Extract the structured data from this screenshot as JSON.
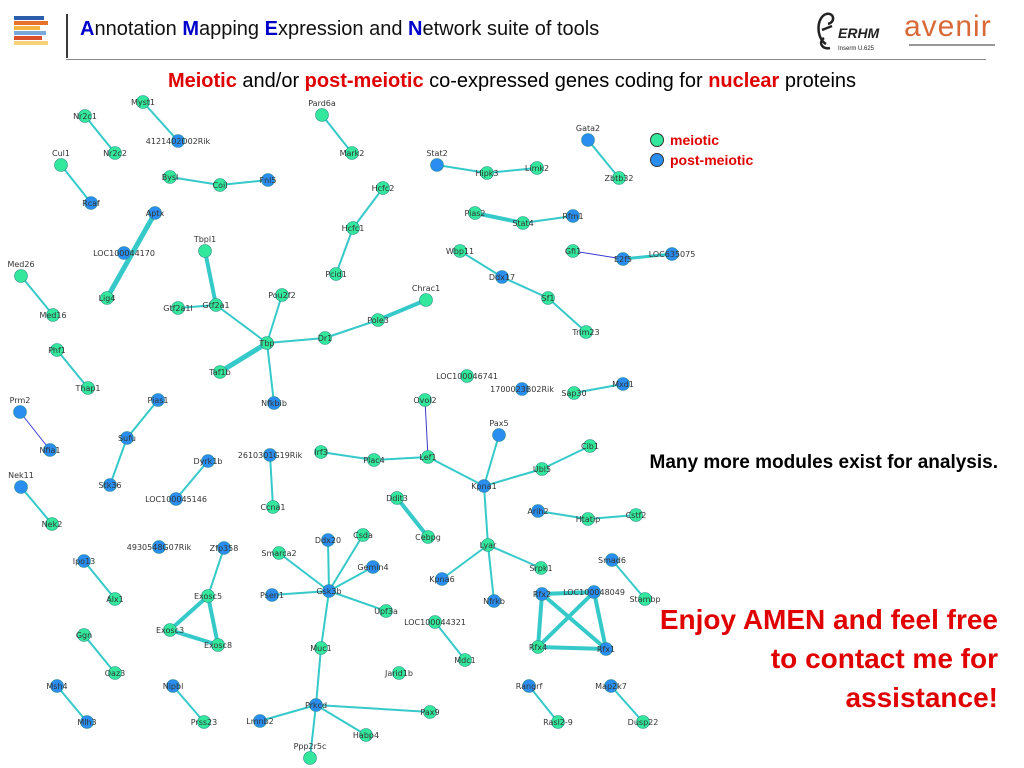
{
  "header": {
    "title_parts": [
      {
        "first": "A",
        "rest": "nnotation "
      },
      {
        "first": "M",
        "rest": "apping "
      },
      {
        "first": "E",
        "rest": "xpression and "
      },
      {
        "first": "N",
        "rest": "etwork suite of tools"
      }
    ],
    "logo_erhm": "ERHM",
    "logo_inserm": "Inserm U.625",
    "logo_avenir": "avenir"
  },
  "subtitle": {
    "part1": "Meiotic",
    "part2": " and/or ",
    "part3": "post-meiotic",
    "part4": " co-expressed genes coding for ",
    "part5": "nuclear",
    "part6": " proteins"
  },
  "legend": [
    {
      "label": "meiotic",
      "color": "#33e89c"
    },
    {
      "label": "post-meiotic",
      "color": "#2a8ef0"
    }
  ],
  "notes": {
    "modules": "Many more modules exist for analysis.",
    "enjoy": "Enjoy AMEN and feel free to contact me for assistance!"
  },
  "colors": {
    "meiotic": "#33e89c",
    "post_meiotic": "#2a8ef0",
    "edge": "#36c9c9",
    "edge_special": "#3a3ad0"
  },
  "network": {
    "nodes": [
      {
        "id": "Nr2c1",
        "t": "m"
      },
      {
        "id": "Nr2c2",
        "t": "m"
      },
      {
        "id": "Myst1",
        "t": "m"
      },
      {
        "id": "4121402D02Rik",
        "t": "p"
      },
      {
        "id": "Cul1",
        "t": "m"
      },
      {
        "id": "Rcaf",
        "t": "p"
      },
      {
        "id": "Bysl",
        "t": "m"
      },
      {
        "id": "Coil",
        "t": "m"
      },
      {
        "id": "Fnl5",
        "t": "p"
      },
      {
        "id": "Aptx",
        "t": "p"
      },
      {
        "id": "LOC100044170",
        "t": "p"
      },
      {
        "id": "Lig4",
        "t": "m"
      },
      {
        "id": "Med26",
        "t": "m"
      },
      {
        "id": "Med16",
        "t": "m"
      },
      {
        "id": "Tbpl1",
        "t": "m"
      },
      {
        "id": "Gtf2a1l",
        "t": "m"
      },
      {
        "id": "Gtf2a1",
        "t": "m"
      },
      {
        "id": "Pou2f2",
        "t": "m"
      },
      {
        "id": "Tbp",
        "t": "m"
      },
      {
        "id": "Taf1b",
        "t": "m"
      },
      {
        "id": "Dr1",
        "t": "m"
      },
      {
        "id": "Pole3",
        "t": "m"
      },
      {
        "id": "Chrac1",
        "t": "m"
      },
      {
        "id": "Pard6a",
        "t": "m"
      },
      {
        "id": "Mark2",
        "t": "m"
      },
      {
        "id": "Hcfc2",
        "t": "m"
      },
      {
        "id": "Hcfc1",
        "t": "m"
      },
      {
        "id": "Pcid1",
        "t": "m"
      },
      {
        "id": "Stat2",
        "t": "p"
      },
      {
        "id": "Hipk3",
        "t": "m"
      },
      {
        "id": "Limk2",
        "t": "m"
      },
      {
        "id": "Gata2",
        "t": "p"
      },
      {
        "id": "Zbtb32",
        "t": "m"
      },
      {
        "id": "Pias2",
        "t": "m"
      },
      {
        "id": "Stat4",
        "t": "m"
      },
      {
        "id": "Rfm1",
        "t": "p"
      },
      {
        "id": "Wbp11",
        "t": "m"
      },
      {
        "id": "Ddx17",
        "t": "p"
      },
      {
        "id": "Sf1",
        "t": "m"
      },
      {
        "id": "Trim23",
        "t": "m"
      },
      {
        "id": "Gfi1",
        "t": "m"
      },
      {
        "id": "E2f5",
        "t": "p"
      },
      {
        "id": "LOC635075",
        "t": "p"
      },
      {
        "id": "Phf1",
        "t": "m"
      },
      {
        "id": "Thap1",
        "t": "m"
      },
      {
        "id": "Prm2",
        "t": "p"
      },
      {
        "id": "Nfia1",
        "t": "p"
      },
      {
        "id": "Pias1",
        "t": "p"
      },
      {
        "id": "Sufu",
        "t": "p"
      },
      {
        "id": "Stk36",
        "t": "p"
      },
      {
        "id": "Nek11",
        "t": "p"
      },
      {
        "id": "Nek2",
        "t": "m"
      },
      {
        "id": "Nfkbib",
        "t": "p"
      },
      {
        "id": "2610301G19Rik",
        "t": "p"
      },
      {
        "id": "Ccna1",
        "t": "m"
      },
      {
        "id": "Dyrk1b",
        "t": "p"
      },
      {
        "id": "LOC100045146",
        "t": "p"
      },
      {
        "id": "4930548G07Rik",
        "t": "p"
      },
      {
        "id": "LOC100046741",
        "t": "m"
      },
      {
        "id": "1700023B02Rik",
        "t": "p"
      },
      {
        "id": "Sap30",
        "t": "m"
      },
      {
        "id": "Mxd1",
        "t": "p"
      },
      {
        "id": "Ovol2",
        "t": "m"
      },
      {
        "id": "Irf3",
        "t": "m"
      },
      {
        "id": "Plac4",
        "t": "m"
      },
      {
        "id": "Lef1",
        "t": "m"
      },
      {
        "id": "Pax5",
        "t": "p"
      },
      {
        "id": "Kpna1",
        "t": "p"
      },
      {
        "id": "Cib1",
        "t": "m"
      },
      {
        "id": "Ubl5",
        "t": "m"
      },
      {
        "id": "Arih2",
        "t": "p"
      },
      {
        "id": "Htatip",
        "t": "m"
      },
      {
        "id": "Cstf2",
        "t": "m"
      },
      {
        "id": "Ddit3",
        "t": "m"
      },
      {
        "id": "Cebpg",
        "t": "m"
      },
      {
        "id": "Lyar",
        "t": "m"
      },
      {
        "id": "Kpna6",
        "t": "p"
      },
      {
        "id": "Nfrkb",
        "t": "p"
      },
      {
        "id": "Srpk1",
        "t": "m"
      },
      {
        "id": "Smad6",
        "t": "p"
      },
      {
        "id": "Stambp",
        "t": "m"
      },
      {
        "id": "Rfx2",
        "t": "p"
      },
      {
        "id": "LOC100048049",
        "t": "p"
      },
      {
        "id": "Rfx4",
        "t": "m"
      },
      {
        "id": "Rfx1",
        "t": "p"
      },
      {
        "id": "Ipo13",
        "t": "p"
      },
      {
        "id": "Alx1",
        "t": "m"
      },
      {
        "id": "Zfp358",
        "t": "p"
      },
      {
        "id": "Exosc5",
        "t": "m"
      },
      {
        "id": "Exosc3",
        "t": "m"
      },
      {
        "id": "Exosc8",
        "t": "m"
      },
      {
        "id": "Smarca2",
        "t": "m"
      },
      {
        "id": "Psen1",
        "t": "p"
      },
      {
        "id": "Ddx20",
        "t": "p"
      },
      {
        "id": "Csda",
        "t": "m"
      },
      {
        "id": "Gemin4",
        "t": "p"
      },
      {
        "id": "Gsk3b",
        "t": "p"
      },
      {
        "id": "Upf3a",
        "t": "m"
      },
      {
        "id": "LOC100044321",
        "t": "m"
      },
      {
        "id": "Mdc1",
        "t": "m"
      },
      {
        "id": "Ggn",
        "t": "m"
      },
      {
        "id": "Oaz3",
        "t": "m"
      },
      {
        "id": "Msh4",
        "t": "p"
      },
      {
        "id": "Mlh3",
        "t": "p"
      },
      {
        "id": "Nipbl",
        "t": "p"
      },
      {
        "id": "Prss23",
        "t": "m"
      },
      {
        "id": "Muc1",
        "t": "m"
      },
      {
        "id": "Jarid1b",
        "t": "m"
      },
      {
        "id": "Prkcd",
        "t": "p"
      },
      {
        "id": "Lmnb2",
        "t": "p"
      },
      {
        "id": "Pax9",
        "t": "m"
      },
      {
        "id": "Habp4",
        "t": "m"
      },
      {
        "id": "Ppp2r5c",
        "t": "m"
      },
      {
        "id": "Rangrf",
        "t": "p"
      },
      {
        "id": "Rasl2-9",
        "t": "m"
      },
      {
        "id": "Map2k7",
        "t": "p"
      },
      {
        "id": "Dusp22",
        "t": "m"
      }
    ]
  }
}
